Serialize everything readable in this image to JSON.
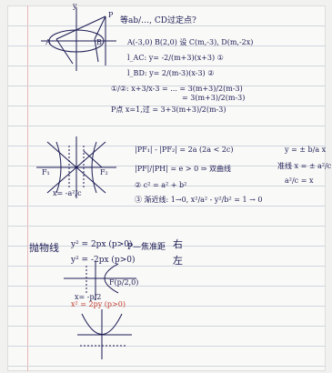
{
  "section1": {
    "question": "等ab/…, CD过定点?",
    "points": "A(-3,0) B(2,0) 设 C(m,-3), D(m,-2x)",
    "l_ac": "l_AC: y= -2/(m+3)(x+3) ①",
    "l_bd": "l_BD: y= 2/(m-3)(x-3) ②",
    "ratio1": "①/②: x+3/x-3 = ... = 3(m+3)/2(m-3)",
    "ratio2": "= 3(m+3)/2(m-3)",
    "fixed_point": "P点 x=1,过 = 3+3(m+3)/2(m-3)",
    "labels": {
      "y": "y",
      "a": "A",
      "b": "B",
      "p": "P"
    }
  },
  "section2": {
    "focal_diff": "|PF₁| - |PF₂| = 2a (2a < 2c)",
    "eccentricity": "|PF|/|PH| = e > 0 ⇒ 双曲线",
    "relation": "② c² = a² + b²",
    "asymptote": "③ 渐近线: 1→0, x²/a² - y²/b² = 1 → 0",
    "side_note_1": "y = ± b/a x",
    "side_note_2": "准线 x = ± a²/c",
    "side_note_3": "a²/c = x",
    "labels": {
      "f1": "F₁",
      "f2": "F₂",
      "dir_left": "x= -a²/c"
    }
  },
  "section3": {
    "title": "抛物线",
    "eq1": "y² = 2px (p>0)",
    "eq2": "y² = -2px (p>0)",
    "caption": "P—焦准距",
    "side": "右",
    "side2": "左",
    "eq3": "x² = 2py (p>0)",
    "labels": {
      "focus": "F(p/2,0)",
      "directrix": "x= -p/2"
    }
  },
  "colors": {
    "ink": "#1c1c55",
    "red": "#c0392b",
    "paper": "#f9f9f7",
    "rule": "#cfd6df"
  }
}
